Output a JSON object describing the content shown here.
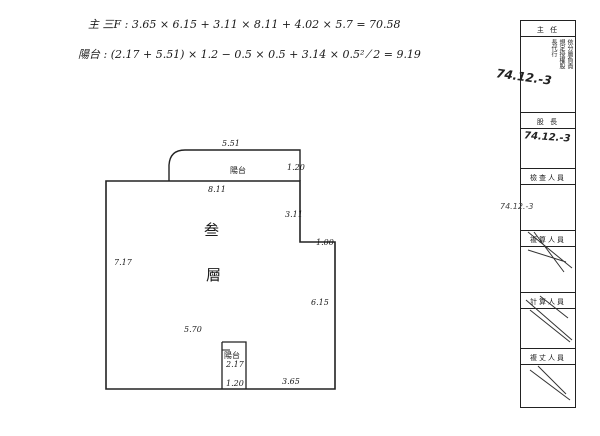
{
  "calculations": {
    "line_main": "主  三F : 3.65 × 6.15 + 3.11 × 8.11 + 4.02 × 5.7 = 70.58",
    "line_balcony": "陽台 : (2.17 + 5.51) × 1.2 − 0.5 × 0.5 + 3.14 × 0.5² ⁄ 2 = 9.19"
  },
  "plan": {
    "top_width": "5.51",
    "balcony_top_label": "陽台",
    "balcony_top_depth": "1.20",
    "inner_width": "8.11",
    "right_upper": "3.11",
    "step": "1.00",
    "left_height": "7.17",
    "right_lower": "6.15",
    "bottom_width": "5.70",
    "room_char_1": "叁",
    "room_char_2": "層",
    "balcony_bottom_label": "陽台",
    "balcony_bottom_depth": "2.17",
    "balcony_bottom_width": "1.20",
    "bottom_right": "3.65"
  },
  "form": {
    "header": "主  任",
    "notes": [
      "依分層負責",
      "規定授權股",
      "長代行"
    ],
    "stamp_1": "74.12.-3",
    "section_chief": "股  長",
    "stamp_2": "74.12.-3",
    "inspector": "檢查人員",
    "stamp_3": "74.12.-3",
    "draftsman": "複算人員",
    "calculator": "計算人員",
    "drafter": "複丈人員"
  }
}
